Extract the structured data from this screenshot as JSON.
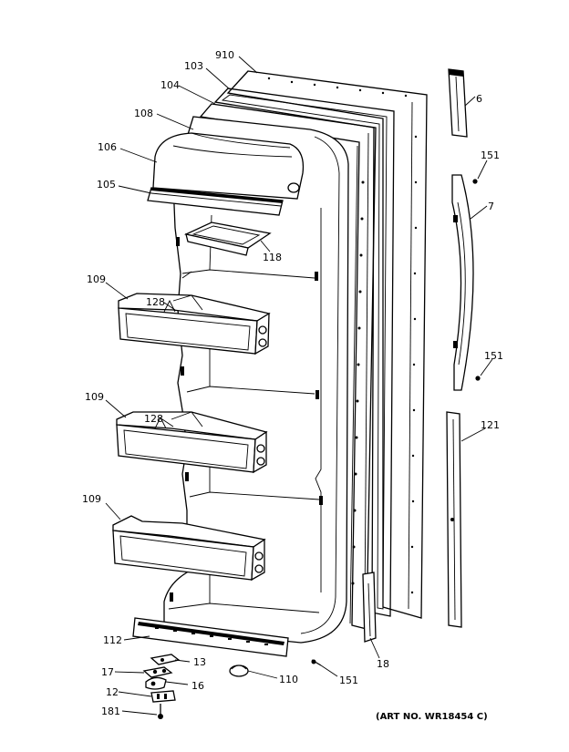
{
  "callouts": [
    {
      "id": "910",
      "text": "910"
    },
    {
      "id": "103",
      "text": "103"
    },
    {
      "id": "104",
      "text": "104"
    },
    {
      "id": "108",
      "text": "108"
    },
    {
      "id": "106",
      "text": "106"
    },
    {
      "id": "105",
      "text": "105"
    },
    {
      "id": "118",
      "text": "118"
    },
    {
      "id": "109a",
      "text": "109"
    },
    {
      "id": "128a",
      "text": "128"
    },
    {
      "id": "109b",
      "text": "109"
    },
    {
      "id": "128b",
      "text": "128"
    },
    {
      "id": "109c",
      "text": "109"
    },
    {
      "id": "112",
      "text": "112"
    },
    {
      "id": "13",
      "text": "13"
    },
    {
      "id": "17",
      "text": "17"
    },
    {
      "id": "16",
      "text": "16"
    },
    {
      "id": "12",
      "text": "12"
    },
    {
      "id": "181",
      "text": "181"
    },
    {
      "id": "110",
      "text": "110"
    },
    {
      "id": "151c",
      "text": "151"
    },
    {
      "id": "18",
      "text": "18"
    },
    {
      "id": "6",
      "text": "6"
    },
    {
      "id": "151a",
      "text": "151"
    },
    {
      "id": "7",
      "text": "7"
    },
    {
      "id": "151b",
      "text": "151"
    },
    {
      "id": "121",
      "text": "121"
    }
  ],
  "art_number": "(ART NO. WR18454 C)"
}
